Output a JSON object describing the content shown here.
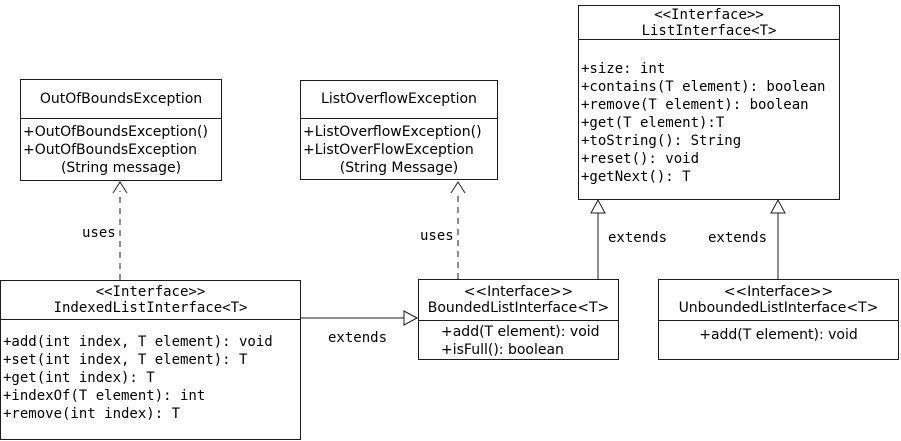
{
  "diagram": {
    "background_color": "#ffffff",
    "line_color": "#000000",
    "text_color": "#000000",
    "classes": [
      {
        "name": "OutOfBoundsException",
        "stereotype": "",
        "members": [
          "+OutOfBoundsException()",
          "+OutOfBoundsException",
          "(String message)"
        ]
      },
      {
        "name": "ListOverflowException",
        "stereotype": "",
        "members": [
          "+ListOverflowException()",
          "+ListOverFlowException",
          "(String Message)"
        ]
      },
      {
        "name": "ListInterface<T>",
        "stereotype": "<<Interface>>",
        "members": [
          "+size: int",
          "+contains(T element): boolean",
          "+remove(T element): boolean",
          "+get(T element):T",
          "+toString(): String",
          "+reset(): void",
          "+getNext(): T"
        ]
      },
      {
        "name": "IndexedListInterface<T>",
        "stereotype": "<<Interface>>",
        "members": [
          "+add(int index, T element): void",
          "+set(int index, T element): T",
          "+get(int index): T",
          "+indexOf(T element): int",
          "+remove(int index): T"
        ]
      },
      {
        "name": "BoundedListInterface<T>",
        "stereotype": "<<Interface>>",
        "members": [
          "+add(T element): void",
          "+isFull(): boolean"
        ]
      },
      {
        "name": "UnboundedListInterface<T>",
        "stereotype": "<<Interface>>",
        "members": [
          "+add(T element): void"
        ]
      }
    ],
    "relationships": [
      {
        "label": "uses",
        "from": "IndexedListInterface<T>",
        "to": "OutOfBoundsException",
        "style": "dashed-open-arrow"
      },
      {
        "label": "uses",
        "from": "BoundedListInterface<T>",
        "to": "ListOverflowException",
        "style": "dashed-open-arrow"
      },
      {
        "label": "extends",
        "from": "IndexedListInterface<T>",
        "to": "BoundedListInterface<T>",
        "style": "solid-hollow-triangle"
      },
      {
        "label": "extends",
        "from": "BoundedListInterface<T>",
        "to": "ListInterface<T>",
        "style": "solid-hollow-triangle"
      },
      {
        "label": "extends",
        "from": "UnboundedListInterface<T>",
        "to": "ListInterface<T>",
        "style": "solid-hollow-triangle"
      }
    ]
  }
}
